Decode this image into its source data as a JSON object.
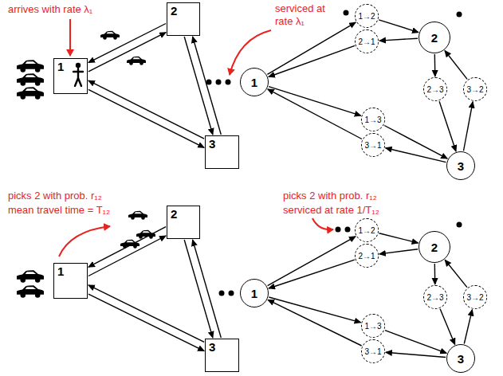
{
  "diagram": {
    "nodes": [
      {
        "text": [
          "1"
        ]
      },
      {
        "text": [
          "2"
        ]
      },
      {
        "text": [
          "3"
        ]
      },
      {
        "text": [
          "1"
        ]
      },
      {
        "text": [
          "1→2"
        ]
      },
      {
        "text": [
          "2→1"
        ]
      },
      {
        "text": [
          "2"
        ]
      },
      {
        "text": [
          "2→3"
        ]
      },
      {
        "text": [
          "3→2"
        ]
      },
      {
        "text": [
          "1→3"
        ]
      },
      {
        "text": [
          "3→1"
        ]
      },
      {
        "text": [
          "3"
        ]
      },
      {
        "text": [
          "1"
        ]
      },
      {
        "text": [
          "2"
        ]
      },
      {
        "text": [
          "3"
        ]
      },
      {
        "text": [
          "1"
        ]
      },
      {
        "text": [
          "1→2"
        ]
      },
      {
        "text": [
          "2→1"
        ]
      },
      {
        "text": [
          "2"
        ]
      },
      {
        "text": [
          "2→3"
        ]
      },
      {
        "text": [
          "3→2"
        ]
      },
      {
        "text": [
          "1→3"
        ]
      },
      {
        "text": [
          "3→1"
        ]
      },
      {
        "text": [
          "3"
        ]
      }
    ],
    "edges": [
      {
        "from": 0,
        "to": 1,
        "arrow": "to"
      },
      {
        "from": 1,
        "to": 0,
        "arrow": "to"
      },
      {
        "from": 1,
        "to": 2,
        "arrow": "to"
      },
      {
        "from": 2,
        "to": 1,
        "arrow": "to"
      },
      {
        "from": 0,
        "to": 2,
        "arrow": "to"
      },
      {
        "from": 2,
        "to": 0,
        "arrow": "to"
      },
      {
        "from": 3,
        "to": 4,
        "arrow": "to"
      },
      {
        "from": 4,
        "to": 6,
        "arrow": "to"
      },
      {
        "from": 6,
        "to": 5,
        "arrow": "to"
      },
      {
        "from": 5,
        "to": 3,
        "arrow": "to"
      },
      {
        "from": 6,
        "to": 7,
        "arrow": "to"
      },
      {
        "from": 7,
        "to": 11,
        "arrow": "to"
      },
      {
        "from": 11,
        "to": 8,
        "arrow": "to"
      },
      {
        "from": 8,
        "to": 6,
        "arrow": "to"
      },
      {
        "from": 3,
        "to": 9,
        "arrow": "to"
      },
      {
        "from": 9,
        "to": 11,
        "arrow": "to"
      },
      {
        "from": 11,
        "to": 10,
        "arrow": "to"
      },
      {
        "from": 10,
        "to": 3,
        "arrow": "to"
      },
      {
        "from": 12,
        "to": 13,
        "arrow": "to"
      },
      {
        "from": 13,
        "to": 12,
        "arrow": "to"
      },
      {
        "from": 13,
        "to": 14,
        "arrow": "to"
      },
      {
        "from": 14,
        "to": 13,
        "arrow": "to"
      },
      {
        "from": 12,
        "to": 14,
        "arrow": "to"
      },
      {
        "from": 14,
        "to": 12,
        "arrow": "to"
      },
      {
        "from": 15,
        "to": 16,
        "arrow": "to"
      },
      {
        "from": 16,
        "to": 18,
        "arrow": "to"
      },
      {
        "from": 18,
        "to": 17,
        "arrow": "to"
      },
      {
        "from": 17,
        "to": 15,
        "arrow": "to"
      },
      {
        "from": 18,
        "to": 19,
        "arrow": "to"
      },
      {
        "from": 19,
        "to": 23,
        "arrow": "to"
      },
      {
        "from": 23,
        "to": 20,
        "arrow": "to"
      },
      {
        "from": 20,
        "to": 18,
        "arrow": "to"
      },
      {
        "from": 15,
        "to": 21,
        "arrow": "to"
      },
      {
        "from": 21,
        "to": 23,
        "arrow": "to"
      },
      {
        "from": 23,
        "to": 22,
        "arrow": "to"
      },
      {
        "from": 22,
        "to": 15,
        "arrow": "to"
      }
    ],
    "labels": [
      "arrives with rate λ₁",
      "serviced at rate λ₁",
      "picks 2 with prob. r₁₂",
      "mean travel time = T₁₂",
      "picks 2 with prob. r₁₂",
      "serviced at rate 1/T₁₂"
    ]
  }
}
